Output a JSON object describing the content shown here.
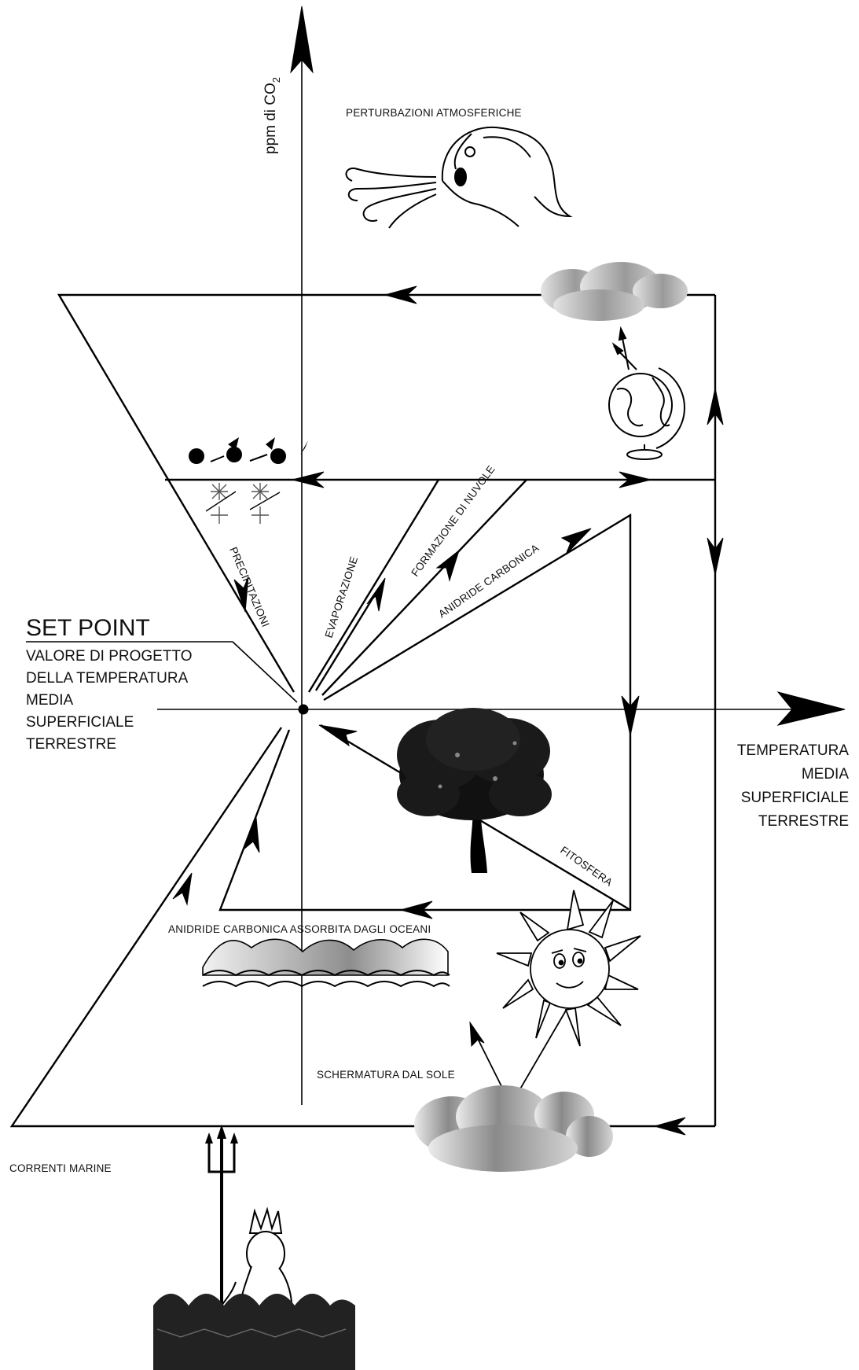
{
  "axes": {
    "y_label": "ppm di CO",
    "y_label_sub": "2",
    "x_label_lines": [
      "TEMPERATURA",
      "MEDIA",
      "SUPERFICIALE",
      "TERRESTRE"
    ]
  },
  "set_point": {
    "title": "SET POINT",
    "lines": [
      "VALORE DI PROGETTO",
      "DELLA TEMPERATURA",
      "MEDIA",
      "SUPERFICIALE",
      "TERRESTRE"
    ]
  },
  "labels": {
    "perturbazioni": "PERTURBAZIONI ATMOSFERICHE",
    "precipitazioni": "PRECIPITAZIONI",
    "evaporazione": "EVAPORAZIONE",
    "formazione_nuvole": "FORMAZIONE DI NUVOLE",
    "anidride_carbonica": "ANIDRIDE CARBONICA",
    "fitosfera": "FITOSFERA",
    "oceani": "ANIDRIDE CARBONICA ASSORBITA DAGLI OCEANI",
    "schermatura": "SCHERMATURA DAL SOLE",
    "correnti": "CORRENTI MARINE"
  },
  "icons": [
    "wind-face-icon",
    "cloud-icon",
    "globe-icon",
    "rain-icon",
    "snow-icon",
    "tree-icon",
    "waves-icon",
    "sun-icon",
    "neptune-icon"
  ],
  "colors": {
    "ink": "#000000",
    "cloud_dark": "#7a7a7a",
    "cloud_light": "#e2e2e2",
    "paper": "#ffffff"
  }
}
